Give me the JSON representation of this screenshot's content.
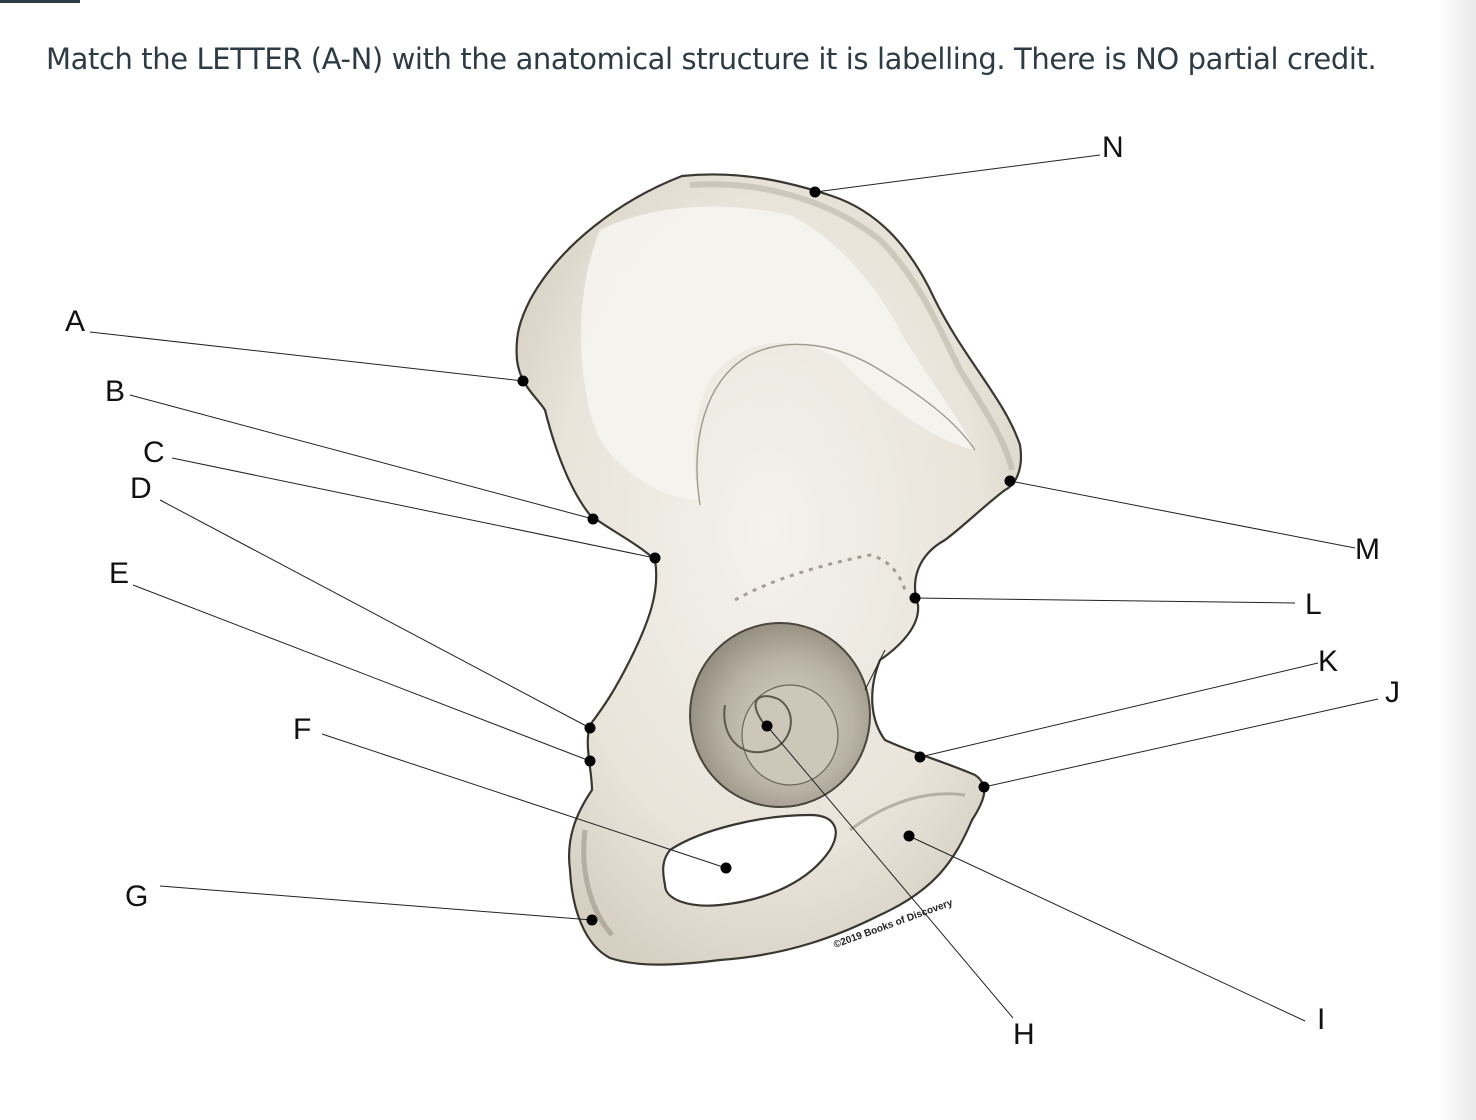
{
  "question": {
    "prompt": "Match the LETTER (A-N) with the anatomical structure it is labelling.  There is NO partial credit."
  },
  "figure": {
    "copyright": "©2019 Books of Discovery",
    "labels": [
      {
        "id": "a",
        "text": "A"
      },
      {
        "id": "b",
        "text": "B"
      },
      {
        "id": "c",
        "text": "C"
      },
      {
        "id": "d",
        "text": "D"
      },
      {
        "id": "e",
        "text": "E"
      },
      {
        "id": "f",
        "text": "F"
      },
      {
        "id": "g",
        "text": "G"
      },
      {
        "id": "h",
        "text": "H"
      },
      {
        "id": "i",
        "text": "I"
      },
      {
        "id": "j",
        "text": "J"
      },
      {
        "id": "k",
        "text": "K"
      },
      {
        "id": "l",
        "text": "L"
      },
      {
        "id": "m",
        "text": "M"
      },
      {
        "id": "n",
        "text": "N"
      }
    ]
  },
  "colors": {
    "text": "#2d3b45",
    "bone_fill": "#ece9e1",
    "bone_shade": "#c9c4b8",
    "leader": "#222222"
  }
}
